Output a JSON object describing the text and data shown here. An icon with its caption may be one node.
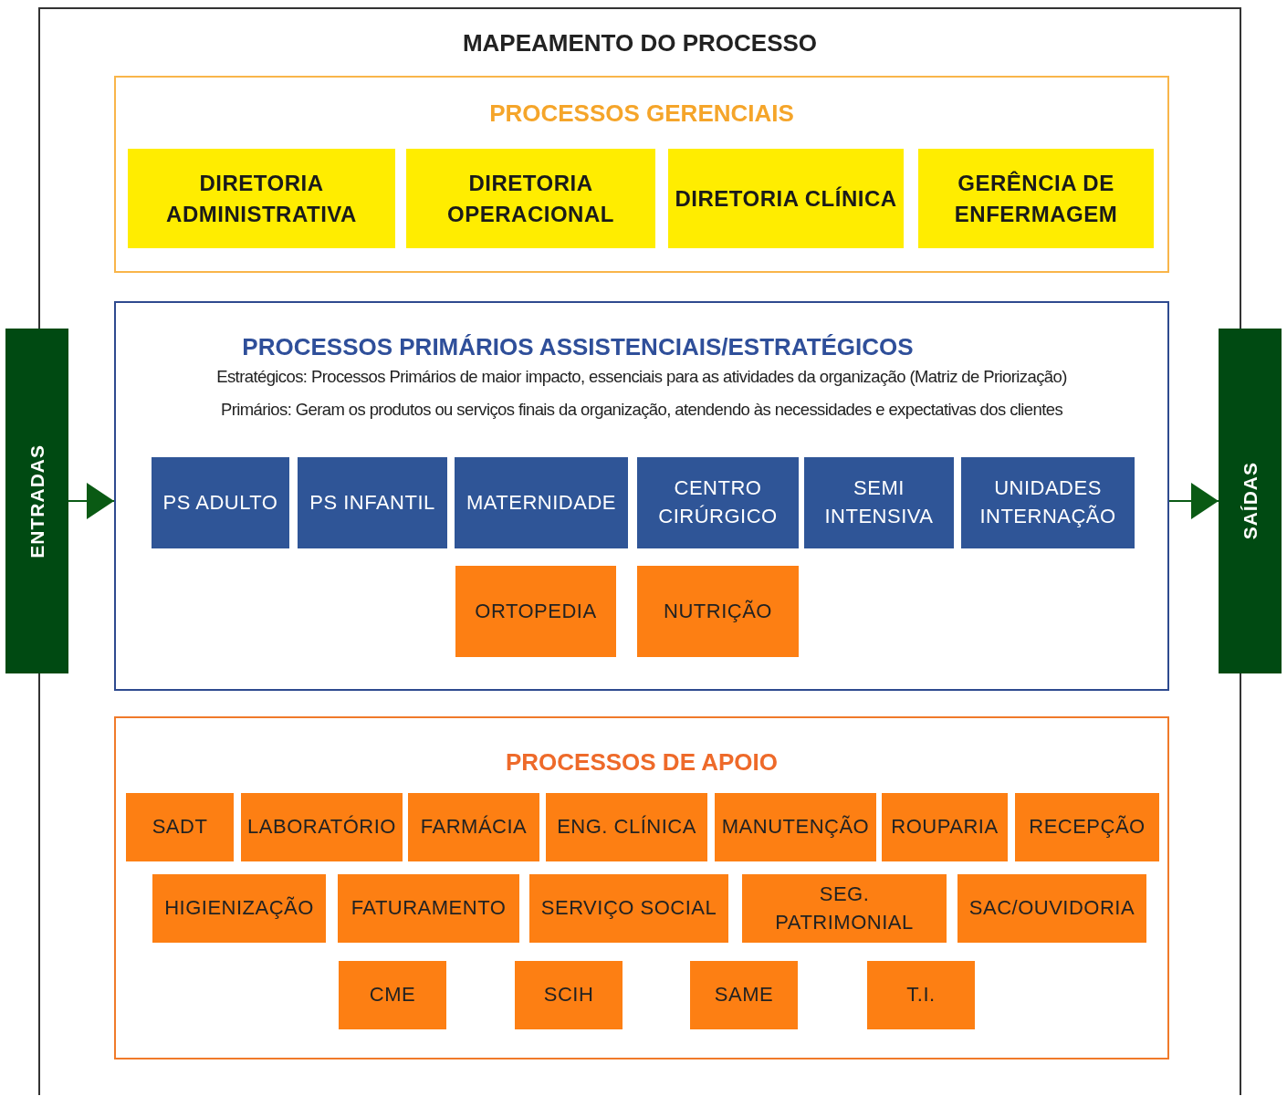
{
  "diagram": {
    "nodes": [
      {
        "text": [
          "MAPEAMENTO DO PROCESSO"
        ]
      },
      {
        "text": [
          "PROCESSOS GERENCIAIS"
        ],
        "in": 0
      },
      {
        "text": [
          "DIRETORIA ADMINISTRATIVA"
        ],
        "in": 1
      },
      {
        "text": [
          "DIRETORIA OPERACIONAL"
        ],
        "in": 1
      },
      {
        "text": [
          "DIRETORIA CLÍNICA"
        ],
        "in": 1
      },
      {
        "text": [
          "GERÊNCIA DE ENFERMAGEM"
        ],
        "in": 1
      },
      {
        "text": [
          "PROCESSOS PRIMÁRIOS ASSISTENCIAIS/ESTRATÉGICOS",
          "Estratégicos: Processos Primários de maior impacto, essenciais para as atividades da organização (Matriz de Priorização)",
          "Primários: Geram os produtos ou serviços finais da organização, atendendo às necessidades e expectativas dos clientes"
        ],
        "in": 0
      },
      {
        "text": [
          "PS ADULTO"
        ],
        "in": 6
      },
      {
        "text": [
          "PS INFANTIL"
        ],
        "in": 6
      },
      {
        "text": [
          "MATERNIDADE"
        ],
        "in": 6
      },
      {
        "text": [
          "CENTRO CIRÚRGICO"
        ],
        "in": 6
      },
      {
        "text": [
          "SEMI INTENSIVA"
        ],
        "in": 6
      },
      {
        "text": [
          "UNIDADES INTERNAÇÃO"
        ],
        "in": 6
      },
      {
        "text": [
          "ORTOPEDIA"
        ],
        "in": 6
      },
      {
        "text": [
          "NUTRIÇÃO"
        ],
        "in": 6
      },
      {
        "text": [
          "PROCESSOS DE APOIO"
        ],
        "in": 0
      },
      {
        "text": [
          "SADT"
        ],
        "in": 15
      },
      {
        "text": [
          "LABORATÓRIO"
        ],
        "in": 15
      },
      {
        "text": [
          "FARMÁCIA"
        ],
        "in": 15
      },
      {
        "text": [
          "ENG. CLÍNICA"
        ],
        "in": 15
      },
      {
        "text": [
          "MANUTENÇÃO"
        ],
        "in": 15
      },
      {
        "text": [
          "ROUPARIA"
        ],
        "in": 15
      },
      {
        "text": [
          "RECEPÇÃO"
        ],
        "in": 15
      },
      {
        "text": [
          "HIGIENIZAÇÃO"
        ],
        "in": 15
      },
      {
        "text": [
          "FATURAMENTO"
        ],
        "in": 15
      },
      {
        "text": [
          "SERVIÇO SOCIAL"
        ],
        "in": 15
      },
      {
        "text": [
          "SEG. PATRIMONIAL"
        ],
        "in": 15
      },
      {
        "text": [
          "SAC/OUVIDORIA"
        ],
        "in": 15
      },
      {
        "text": [
          "CME"
        ],
        "in": 15
      },
      {
        "text": [
          "SCIH"
        ],
        "in": 15
      },
      {
        "text": [
          "SAME"
        ],
        "in": 15
      },
      {
        "text": [
          "T.I."
        ],
        "in": 15
      },
      {
        "text": [
          "ENTRADAS"
        ]
      },
      {
        "text": [
          "SAÍDAS"
        ]
      }
    ],
    "edges": [
      {
        "from": 32,
        "to": 6,
        "arrow": "to"
      },
      {
        "from": 6,
        "to": 33,
        "arrow": "to"
      }
    ]
  }
}
